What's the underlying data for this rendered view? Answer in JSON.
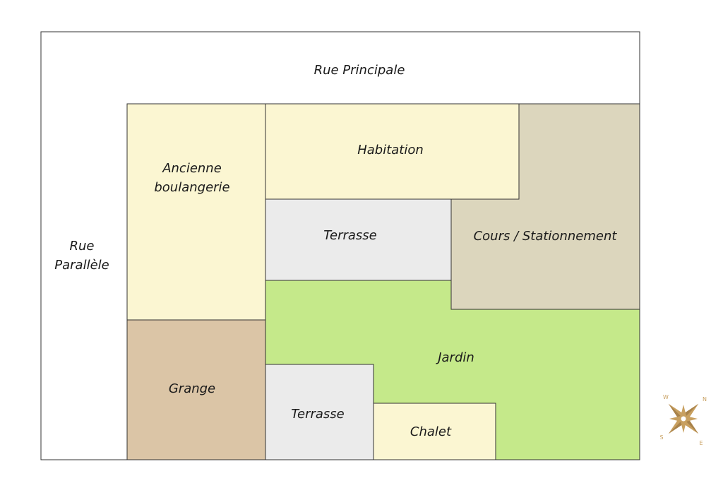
{
  "streets": {
    "main": "Rue Principale",
    "side_line1": "Rue",
    "side_line2": "Parallèle"
  },
  "zones": {
    "bakery": {
      "line1": "Ancienne",
      "line2": "boulangerie",
      "color": "#fbf6d2"
    },
    "house": {
      "label": "Habitation",
      "color": "#fbf6d2"
    },
    "courtyard": {
      "label": "Cours / Stationnement",
      "color": "#dcd6bd"
    },
    "terrace_top": {
      "label": "Terrasse",
      "color": "#ebebeb"
    },
    "garden": {
      "label": "Jardin",
      "color": "#c5e98a"
    },
    "barn": {
      "label": "Grange",
      "color": "#dbc5a6"
    },
    "terrace_bottom": {
      "label": "Terrasse",
      "color": "#ebebeb"
    },
    "chalet": {
      "label": "Chalet",
      "color": "#fbf6d2"
    }
  },
  "compass": {
    "n": "N",
    "e": "E",
    "s": "S",
    "w": "W",
    "color": "#c8a060"
  }
}
